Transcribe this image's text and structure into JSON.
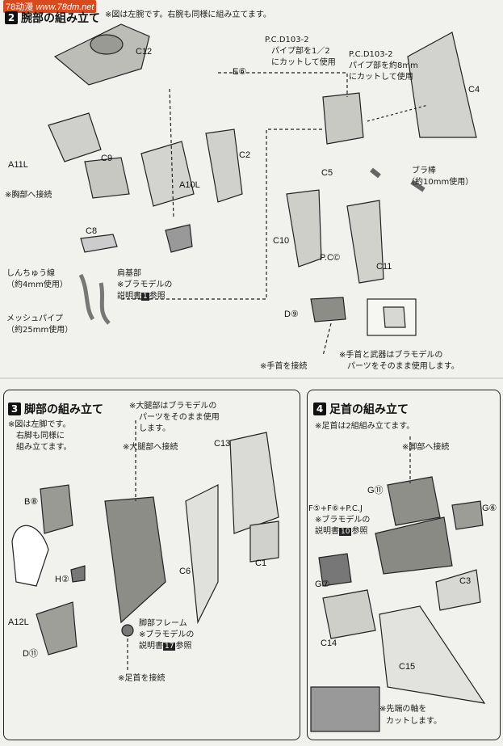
{
  "header": {
    "site_logo": "78动漫",
    "site_url": "www.78dm.net"
  },
  "section2": {
    "num": "2",
    "title": "腕部の組み立て",
    "note": "※図は左腕です。右腕も同様に組み立てます。",
    "labels": {
      "c12": "C12",
      "e6": "E⑥",
      "c2": "C2",
      "a11l": "A11L",
      "c9": "C9",
      "a10l": "A10L",
      "c8": "C8",
      "c5": "C5",
      "c4": "C4",
      "c10": "C10",
      "c11": "C11",
      "pcc": "P.C©",
      "d9": "D⑨"
    },
    "chest": "※胸部へ接続",
    "wire1": "しんちゅう線",
    "wire2": "（約4mm使用）",
    "pipe1": "メッシュパイプ",
    "pipe2": "（約25mm使用）",
    "shoulder1": "肩基部",
    "shoulder2": "※ブラモデルの",
    "shoulder3": "説明書",
    "shoulder_ref": "1",
    "shoulder4": "参照",
    "pcd1_a": "P.C.D103-2",
    "pcd1_b": "パイプ部を1／2",
    "pcd1_c": "にカットして使用",
    "pcd2_a": "P.C.D103-2",
    "pcd2_b": "パイプ部を約8mm",
    "pcd2_c": "にカットして使用",
    "rod1": "ブラ棒",
    "rod2": "（約10mm使用）",
    "hand_connect": "※手首を接続",
    "hand_note1": "※手首と武器はブラモデルの",
    "hand_note2": "パーツをそのまま使用します。"
  },
  "section3": {
    "num": "3",
    "title": "脚部の組み立て",
    "note1": "※図は左脚です。",
    "note2": "右脚も同様に",
    "note3": "組み立てます。",
    "thigh1": "※大腿部はブラモデルの",
    "thigh2": "パーツをそのまま使用",
    "thigh3": "します。",
    "thigh_connect": "※大腿部へ接続",
    "labels": {
      "c13": "C13",
      "b8": "B⑧",
      "c1": "C1",
      "c6": "C6",
      "h2": "H②",
      "a12l": "A12L",
      "d11": "D⑪"
    },
    "frame1": "脚部フレーム",
    "frame2": "※ブラモデルの",
    "frame3": "説明書",
    "frame_ref": "17",
    "frame4": "参照",
    "foot_connect": "※足首を接続"
  },
  "section4": {
    "num": "4",
    "title": "足首の組み立て",
    "note": "※足首は2組組み立てます。",
    "leg_connect": "※脚部へ接続",
    "labels": {
      "g11": "G⑪",
      "g6": "G⑥",
      "g7": "G⑦",
      "c3": "C3",
      "c14": "C14",
      "c15": "C15"
    },
    "fp1": "F⑤+F⑥+P.C.J",
    "fp2": "※ブラモデルの",
    "fp3": "説明書",
    "fp_ref": "10",
    "fp4": "参照",
    "shaft1": "※先端の軸を",
    "shaft2": "カットします。"
  }
}
